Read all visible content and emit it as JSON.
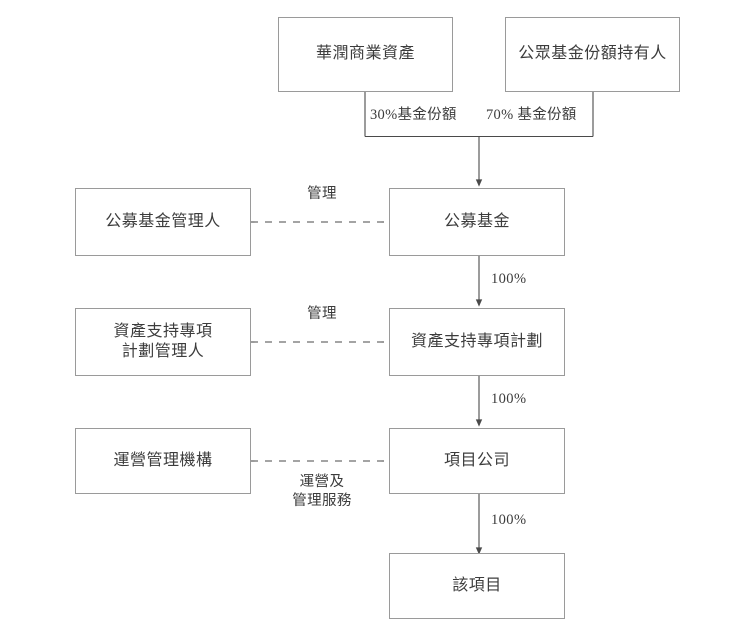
{
  "diagram": {
    "type": "org-structure-flowchart",
    "title": "",
    "colors": {
      "border": "#9a9a9a",
      "text": "#3c3c3c",
      "line": "#4a4a4a",
      "background": "#ffffff"
    },
    "nodes": [
      {
        "id": "sponsor",
        "label": "華潤商業資產"
      },
      {
        "id": "public-holders",
        "label": "公眾基金份額持有人"
      },
      {
        "id": "fund-manager",
        "label": "公募基金管理人"
      },
      {
        "id": "public-fund",
        "label": "公募基金"
      },
      {
        "id": "abs-manager",
        "label": "資產支持專項\n計劃管理人"
      },
      {
        "id": "abs-plan",
        "label": "資產支持專項計劃"
      },
      {
        "id": "operator",
        "label": "運營管理機構"
      },
      {
        "id": "project-company",
        "label": "項目公司"
      },
      {
        "id": "project",
        "label": "該項目"
      }
    ],
    "edges": [
      {
        "id": "sponsor-to-fund",
        "from": "sponsor",
        "to": "public-fund",
        "label": "30%基金份額",
        "style": "solid"
      },
      {
        "id": "holders-to-fund",
        "from": "public-holders",
        "to": "public-fund",
        "label": "70% 基金份額",
        "style": "solid"
      },
      {
        "id": "fund-to-absplan",
        "from": "public-fund",
        "to": "abs-plan",
        "label": "100%",
        "style": "solid"
      },
      {
        "id": "absplan-to-projectco",
        "from": "abs-plan",
        "to": "project-company",
        "label": "100%",
        "style": "solid"
      },
      {
        "id": "projectco-to-project",
        "from": "project-company",
        "to": "project",
        "label": "100%",
        "style": "solid"
      },
      {
        "id": "manager-manages-fund",
        "from": "fund-manager",
        "to": "public-fund",
        "label": "管理",
        "style": "dashed"
      },
      {
        "id": "absmgr-manages-absplan",
        "from": "abs-manager",
        "to": "abs-plan",
        "label": "管理",
        "style": "dashed"
      },
      {
        "id": "operator-serves-projco",
        "from": "operator",
        "to": "project-company",
        "label": "運營及\n管理服務",
        "style": "dashed"
      }
    ]
  }
}
